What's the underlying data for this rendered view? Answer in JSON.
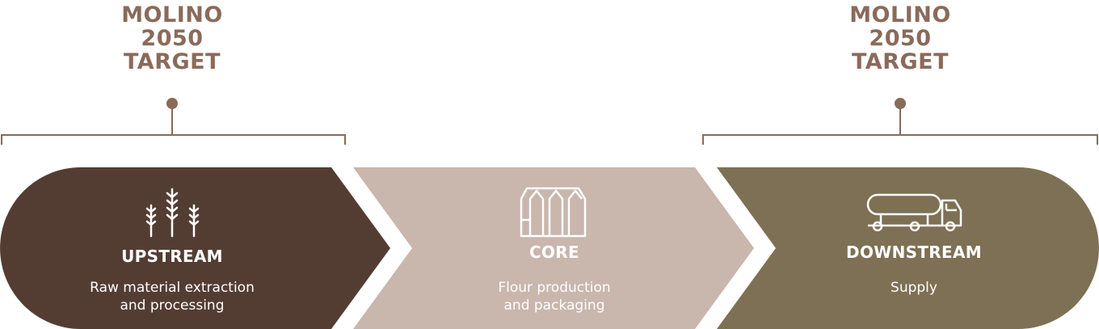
{
  "targets": {
    "left": {
      "lines": [
        "MOLINO",
        "2050",
        "TARGET"
      ]
    },
    "right": {
      "lines": [
        "MOLINO",
        "2050",
        "TARGET"
      ]
    }
  },
  "stages": [
    {
      "title": "UPSTREAM",
      "desc_lines": [
        "Raw material extraction",
        "and processing"
      ],
      "icon": "wheat-icon",
      "color": "#533d33"
    },
    {
      "title": "CORE",
      "desc_lines": [
        "Flour production",
        "and packaging"
      ],
      "icon": "silo-icon",
      "color": "#c9b6ad"
    },
    {
      "title": "DOWNSTREAM",
      "desc_lines": [
        "Supply"
      ],
      "icon": "tanker-truck-icon",
      "color": "#7e7054"
    }
  ],
  "colors": {
    "bracket": "#8a6a5a",
    "target_text": "#8a6a5a"
  }
}
